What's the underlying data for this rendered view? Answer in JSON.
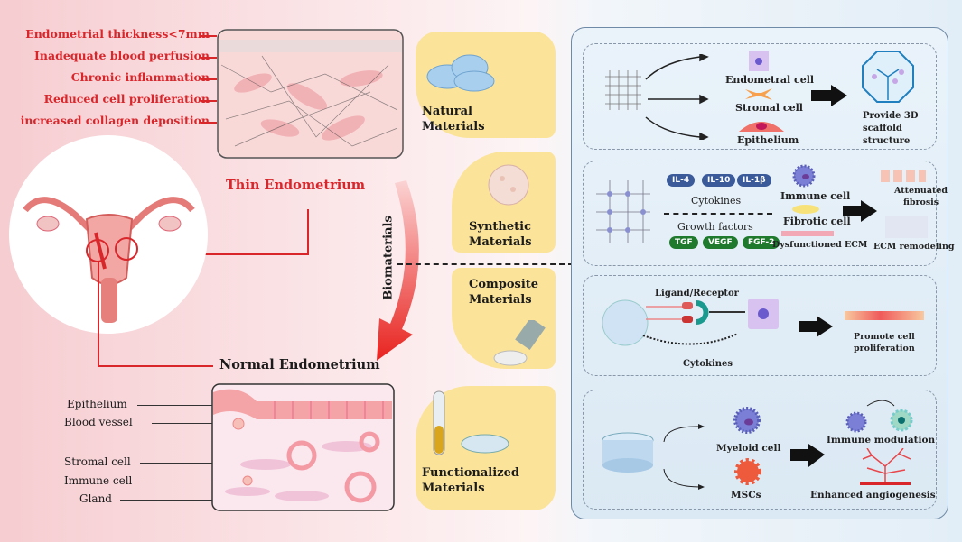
{
  "thin": {
    "title": "Thin Endometrium",
    "features": [
      "Endometrial thickness<7mm",
      "Inadequate blood perfusion",
      "Chronic inflammation",
      "Reduced cell proliferation",
      "increased collagen deposition"
    ]
  },
  "normal": {
    "title": "Normal Endometrium",
    "parts": [
      "Epithelium",
      "Blood vessel",
      "Stromal cell",
      "Immune cell",
      "Gland"
    ]
  },
  "center": {
    "label": "Biomaterials"
  },
  "materials": [
    {
      "line1": "Natural",
      "line2": "Materials"
    },
    {
      "line1": "Synthetic",
      "line2": "Materials"
    },
    {
      "line1": "Composite",
      "line2": "Materials"
    },
    {
      "line1": "Functionalized",
      "line2": "Materials"
    }
  ],
  "mech1": {
    "cells": [
      "Endometral cell",
      "Stromal cell",
      "Epithelium"
    ],
    "result": [
      "Provide 3D",
      "scaffold",
      "structure"
    ]
  },
  "mech2": {
    "cytokine_pills": [
      "IL-4",
      "IL-10",
      "IL-1β"
    ],
    "cytokines": "Cytokines",
    "growth": "Growth factors",
    "growth_pills": [
      "TGF",
      "VEGF",
      "FGF-2"
    ],
    "immune": "Immune cell",
    "fibrotic": "Fibrotic cell",
    "ecm": "Dysfunctioned ECM",
    "result1": [
      "Attenuated",
      "fibrosis"
    ],
    "result2": "ECM remodeling"
  },
  "mech3": {
    "ligand": "Ligand/Receptor",
    "cytokines": "Cytokines",
    "result": [
      "Promote cell",
      "proliferation"
    ]
  },
  "mech4": {
    "myeloid": "Myeloid cell",
    "mscs": "MSCs",
    "result1": "Immune modulation",
    "result2": "Enhanced angiogenesis"
  },
  "colors": {
    "red": "#d8262b",
    "yellow": "#fbe39a",
    "pill_blue": "#3a5a9a",
    "pill_green": "#1f7a2e"
  }
}
